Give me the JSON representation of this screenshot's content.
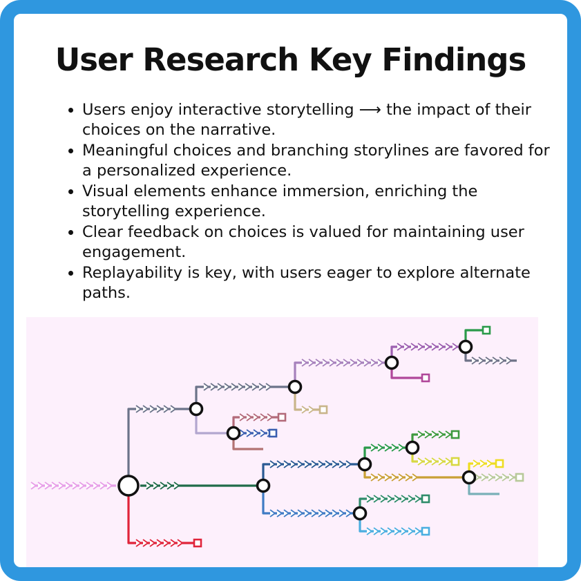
{
  "title": "User Research Key Findings",
  "findings": [
    "Users enjoy interactive storytelling ⟶ the impact of their choices on the narrative.",
    "Meaningful choices and branching storylines are favored for a personalized experience.",
    "Visual elements enhance immersion, enriching the storytelling experience.",
    "Clear feedback on choices is valued for maintaining user engagement.",
    "Replayability is key, with users eager to explore alternate paths."
  ],
  "colors": {
    "frame": "#2f97df",
    "diagram_background": "#fdf0fc",
    "node_outline": "#111111",
    "branches": [
      "#e79ee8",
      "#6b7389",
      "#1f6b49",
      "#e0243a",
      "#b3a6cf",
      "#a680bc",
      "#c9b58a",
      "#b36a7a",
      "#3a5fb0",
      "#b37373",
      "#2a5a93",
      "#3f7bc4",
      "#2a9a4a",
      "#c9a036",
      "#2e8c6a",
      "#4aaee0",
      "#3e9a3e",
      "#d7d842",
      "#eedd22",
      "#b8c99a",
      "#7ab0b8",
      "#9c5fb0",
      "#b0479a",
      "#2a9a4a",
      "#6f7388"
    ]
  }
}
